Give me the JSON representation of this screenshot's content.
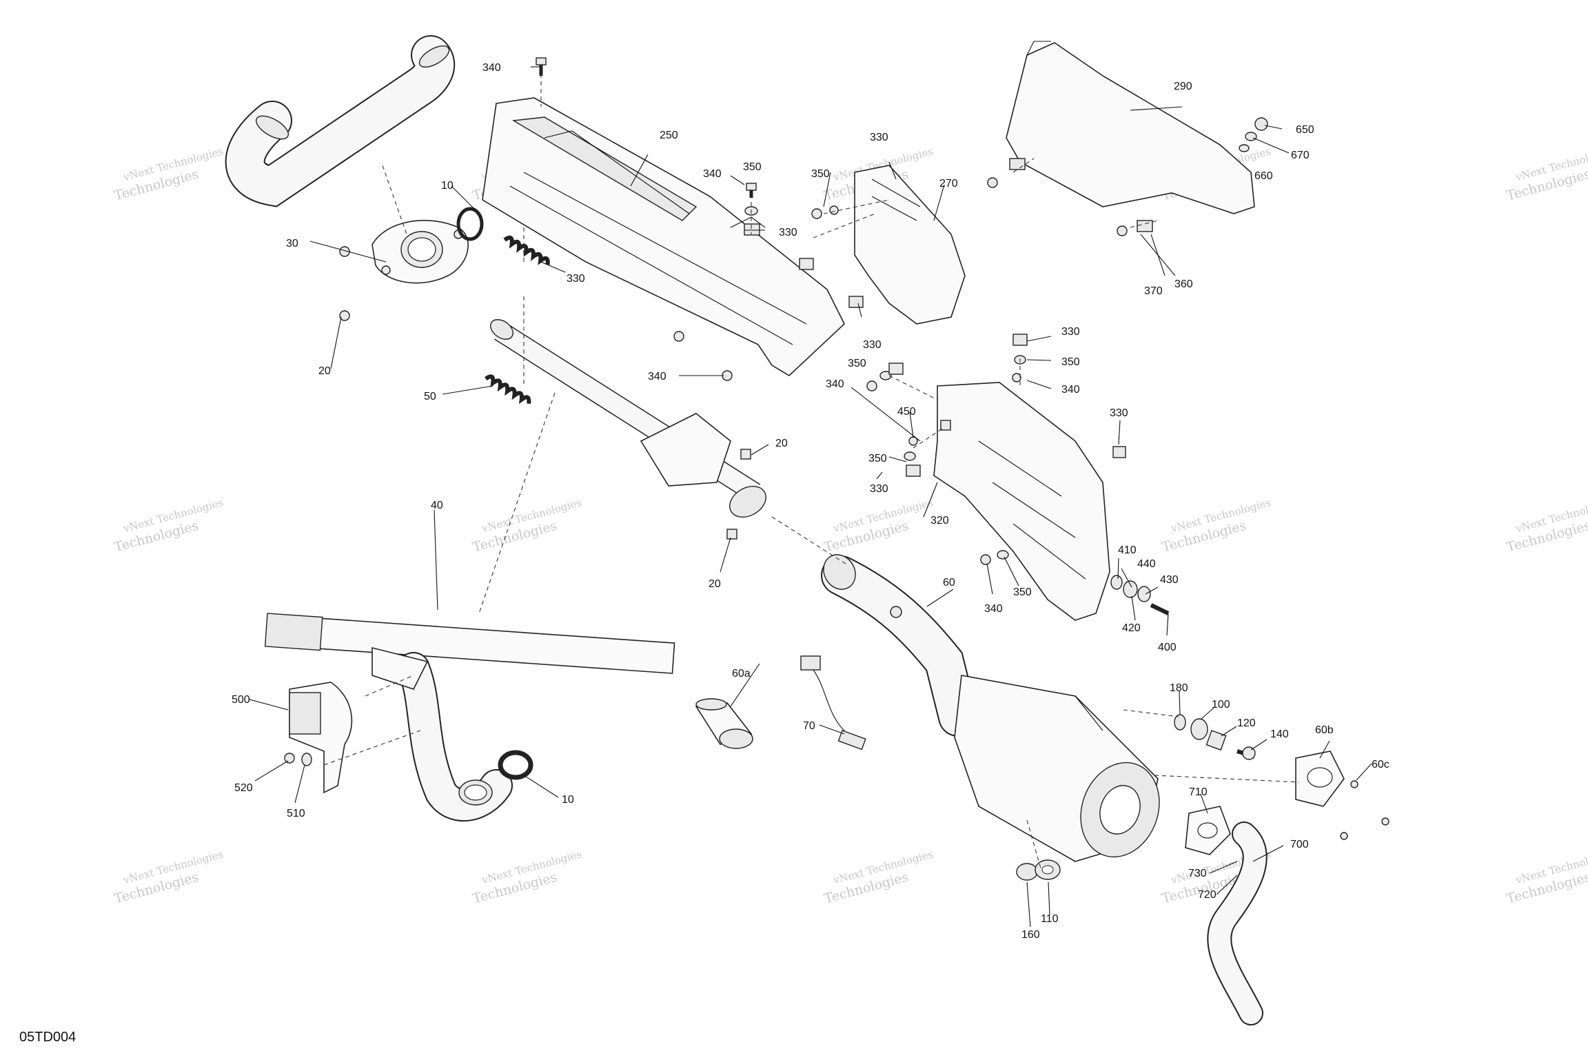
{
  "diagram": {
    "reference_code": "05TD004",
    "watermark_line1": "vNext Technologies",
    "watermark_line2": "Technologies",
    "callouts": [
      {
        "id": "c340a",
        "label": "340"
      },
      {
        "id": "c250",
        "label": "250"
      },
      {
        "id": "c330a",
        "label": "330"
      },
      {
        "id": "c340b",
        "label": "340"
      },
      {
        "id": "c350a",
        "label": "350"
      },
      {
        "id": "c350b",
        "label": "350"
      },
      {
        "id": "c270",
        "label": "270"
      },
      {
        "id": "c330b",
        "label": "330"
      },
      {
        "id": "c290",
        "label": "290"
      },
      {
        "id": "c650",
        "label": "650"
      },
      {
        "id": "c670",
        "label": "670"
      },
      {
        "id": "c660",
        "label": "660"
      },
      {
        "id": "c360",
        "label": "360"
      },
      {
        "id": "c370",
        "label": "370"
      },
      {
        "id": "c10a",
        "label": "10"
      },
      {
        "id": "c30",
        "label": "30"
      },
      {
        "id": "c330c",
        "label": "330"
      },
      {
        "id": "c20a",
        "label": "20"
      },
      {
        "id": "c330d",
        "label": "330"
      },
      {
        "id": "c340c",
        "label": "340"
      },
      {
        "id": "c50",
        "label": "50"
      },
      {
        "id": "c330e",
        "label": "330"
      },
      {
        "id": "c350c",
        "label": "350"
      },
      {
        "id": "c340d",
        "label": "340"
      },
      {
        "id": "c350d",
        "label": "350"
      },
      {
        "id": "c340e",
        "label": "340"
      },
      {
        "id": "c450",
        "label": "450"
      },
      {
        "id": "c330f",
        "label": "330"
      },
      {
        "id": "c20b",
        "label": "20"
      },
      {
        "id": "c350e",
        "label": "350"
      },
      {
        "id": "c330g",
        "label": "330"
      },
      {
        "id": "c320",
        "label": "320"
      },
      {
        "id": "c40",
        "label": "40"
      },
      {
        "id": "c20c",
        "label": "20"
      },
      {
        "id": "c410",
        "label": "410"
      },
      {
        "id": "c440",
        "label": "440"
      },
      {
        "id": "c430",
        "label": "430"
      },
      {
        "id": "c60",
        "label": "60"
      },
      {
        "id": "c340f",
        "label": "340"
      },
      {
        "id": "c350f",
        "label": "350"
      },
      {
        "id": "c420",
        "label": "420"
      },
      {
        "id": "c400",
        "label": "400"
      },
      {
        "id": "c60a",
        "label": "60a"
      },
      {
        "id": "c500",
        "label": "500"
      },
      {
        "id": "c180",
        "label": "180"
      },
      {
        "id": "c100",
        "label": "100"
      },
      {
        "id": "c120",
        "label": "120"
      },
      {
        "id": "c140",
        "label": "140"
      },
      {
        "id": "c60b",
        "label": "60b"
      },
      {
        "id": "c60c",
        "label": "60c"
      },
      {
        "id": "c70",
        "label": "70"
      },
      {
        "id": "c520",
        "label": "520"
      },
      {
        "id": "c510",
        "label": "510"
      },
      {
        "id": "c10b",
        "label": "10"
      },
      {
        "id": "c710",
        "label": "710"
      },
      {
        "id": "c700",
        "label": "700"
      },
      {
        "id": "c730",
        "label": "730"
      },
      {
        "id": "c720",
        "label": "720"
      },
      {
        "id": "c110",
        "label": "110"
      },
      {
        "id": "c160",
        "label": "160"
      }
    ]
  }
}
